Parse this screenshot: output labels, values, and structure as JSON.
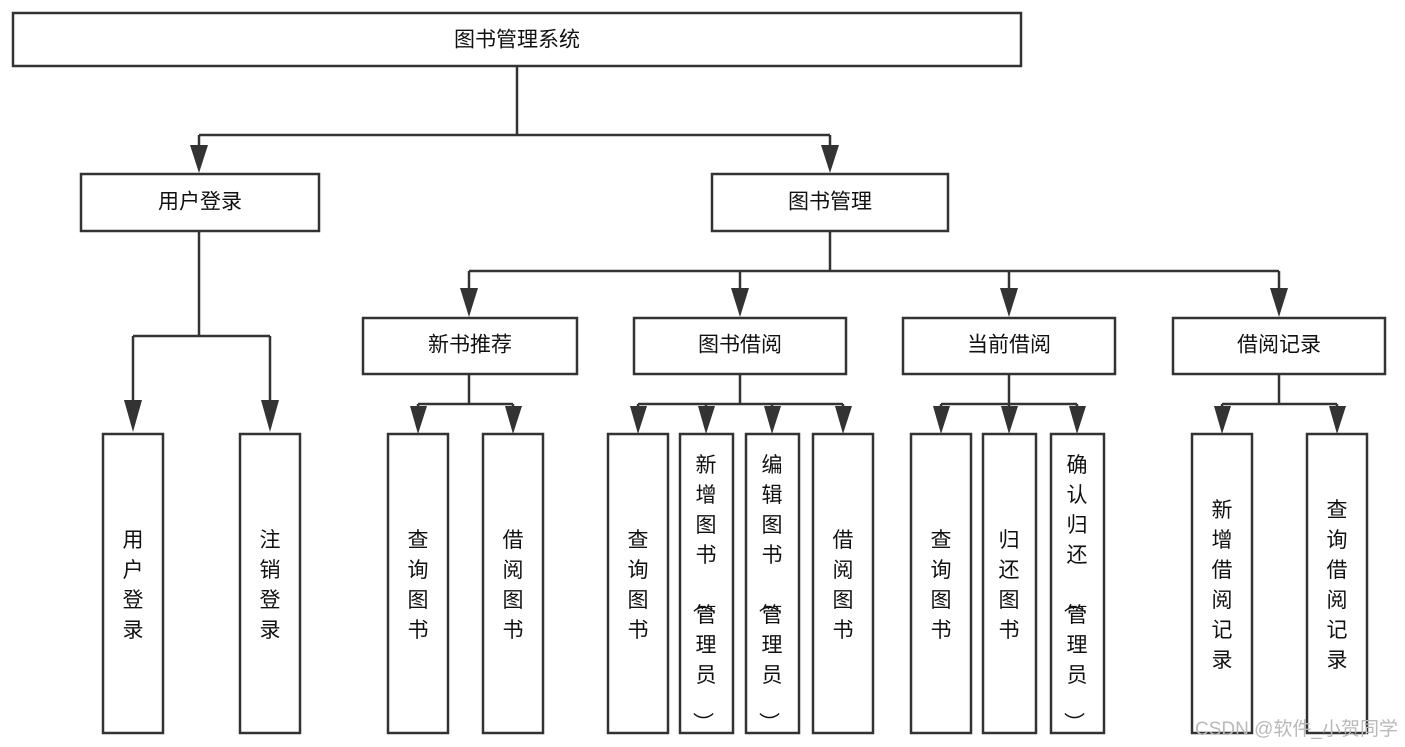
{
  "diagram": {
    "type": "hierarchy-tree",
    "title": "图书管理系统",
    "background_color": "#ffffff",
    "box_stroke_color": "#333333",
    "text_color": "#111111",
    "root": {
      "id": "root",
      "label": "图书管理系统",
      "orientation": "horizontal"
    },
    "level1": [
      {
        "id": "user-login",
        "label": "用户登录",
        "orientation": "horizontal"
      },
      {
        "id": "book-management",
        "label": "图书管理",
        "orientation": "horizontal"
      }
    ],
    "level2": [
      {
        "id": "new-book-recommend",
        "label": "新书推荐",
        "orientation": "horizontal",
        "parent": "book-management"
      },
      {
        "id": "book-borrow",
        "label": "图书借阅",
        "orientation": "horizontal",
        "parent": "book-management"
      },
      {
        "id": "current-borrow",
        "label": "当前借阅",
        "orientation": "horizontal",
        "parent": "book-management"
      },
      {
        "id": "borrow-record",
        "label": "借阅记录",
        "orientation": "horizontal",
        "parent": "book-management"
      }
    ],
    "leaves": [
      {
        "id": "leaf-user-login",
        "label": "用户登录",
        "orientation": "vertical",
        "parent": "user-login"
      },
      {
        "id": "leaf-logout-login",
        "label": "注销登录",
        "orientation": "vertical",
        "parent": "user-login"
      },
      {
        "id": "leaf-query-book-1",
        "label": "查询图书",
        "orientation": "vertical",
        "parent": "new-book-recommend"
      },
      {
        "id": "leaf-borrow-book-1",
        "label": "借阅图书",
        "orientation": "vertical",
        "parent": "new-book-recommend"
      },
      {
        "id": "leaf-query-book-2",
        "label": "查询图书",
        "orientation": "vertical",
        "parent": "book-borrow"
      },
      {
        "id": "leaf-add-book",
        "label": "新增图书（管理员）",
        "orientation": "vertical",
        "parent": "book-borrow"
      },
      {
        "id": "leaf-edit-book",
        "label": "编辑图书（管理员）",
        "orientation": "vertical",
        "parent": "book-borrow"
      },
      {
        "id": "leaf-borrow-book-2",
        "label": "借阅图书",
        "orientation": "vertical",
        "parent": "book-borrow"
      },
      {
        "id": "leaf-query-book-3",
        "label": "查询图书",
        "orientation": "vertical",
        "parent": "current-borrow"
      },
      {
        "id": "leaf-return-book",
        "label": "归还图书",
        "orientation": "vertical",
        "parent": "current-borrow"
      },
      {
        "id": "leaf-confirm-return",
        "label": "确认归还（管理员）",
        "orientation": "vertical",
        "parent": "current-borrow"
      },
      {
        "id": "leaf-add-record",
        "label": "新增借阅记录",
        "orientation": "vertical",
        "parent": "borrow-record"
      },
      {
        "id": "leaf-query-record",
        "label": "查询借阅记录",
        "orientation": "vertical",
        "parent": "borrow-record"
      }
    ]
  },
  "watermark": {
    "text": "CSDN @软件_小贺同学"
  }
}
